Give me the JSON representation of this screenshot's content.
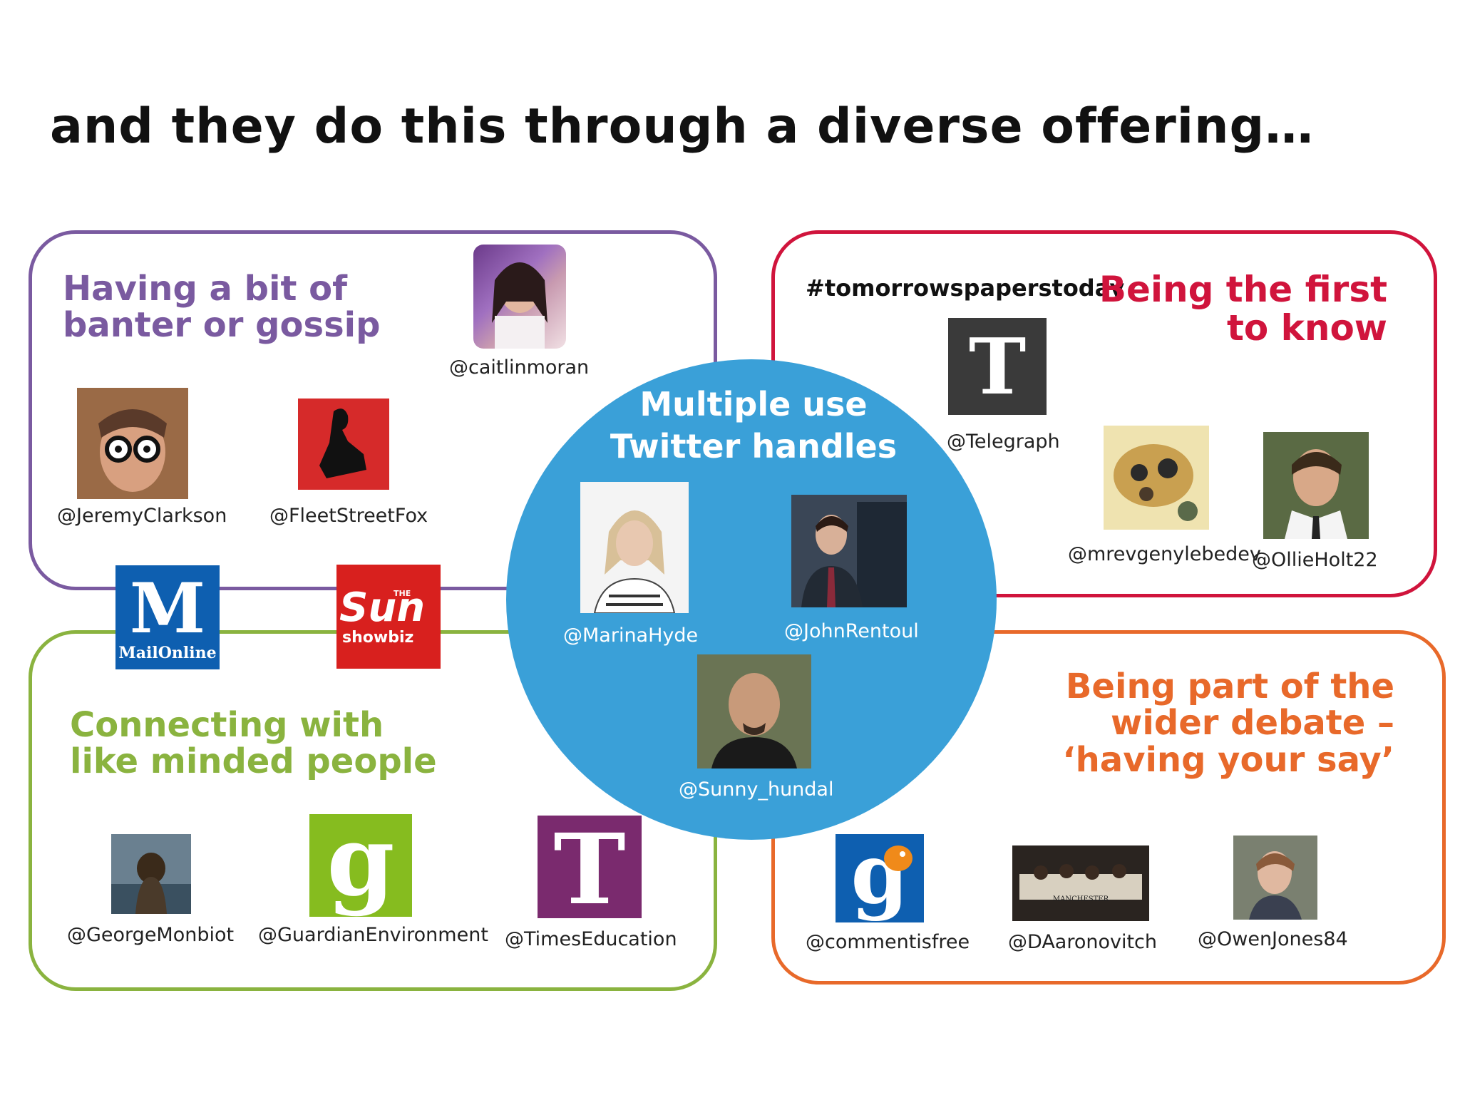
{
  "title": "and they do this through a diverse offering…",
  "quadrants": {
    "gossip": {
      "heading_line1": "Having a bit of",
      "heading_line2": "banter or gossip",
      "color": "#7a5aa0",
      "handles": [
        "@caitlinmoran",
        "@JeremyClarkson",
        "@FleetStreetFox"
      ]
    },
    "first": {
      "hashtag": "#tomorrowspaperstoday",
      "heading_line1": "Being the first",
      "heading_line2": "to know",
      "color": "#d0143c",
      "handles": [
        "@Telegraph",
        "@mrevgenylebedev",
        "@OllieHolt22"
      ]
    },
    "connecting": {
      "heading_line1": "Connecting with",
      "heading_line2": "like minded people",
      "color": "#8ab33f",
      "handles": [
        "@GeorgeMonbiot",
        "@GuardianEnvironment",
        "@TimesEducation"
      ]
    },
    "debate": {
      "heading_line1": "Being part of the",
      "heading_line2": "wider debate –",
      "heading_line3": "‘having your say’",
      "color": "#e8692a",
      "handles": [
        "@commentisfree",
        "@DAaronovitch",
        "@OwenJones84"
      ]
    }
  },
  "center": {
    "heading_line1": "Multiple use",
    "heading_line2": "Twitter handles",
    "color": "#3aa0d8",
    "handles": [
      "@MarinaHyde",
      "@JohnRentoul",
      "@Sunny_hundal"
    ]
  },
  "logos": {
    "mail_letter": "M",
    "mail_text": "MailOnline",
    "sun_small": "THE",
    "sun_main": "Sun",
    "sun_sub": "showbiz",
    "telegraph_letter": "T",
    "guardian_letter": "g",
    "times_letter": "T",
    "cif_letter": "g",
    "manchester_text": "MANCHESTER"
  }
}
